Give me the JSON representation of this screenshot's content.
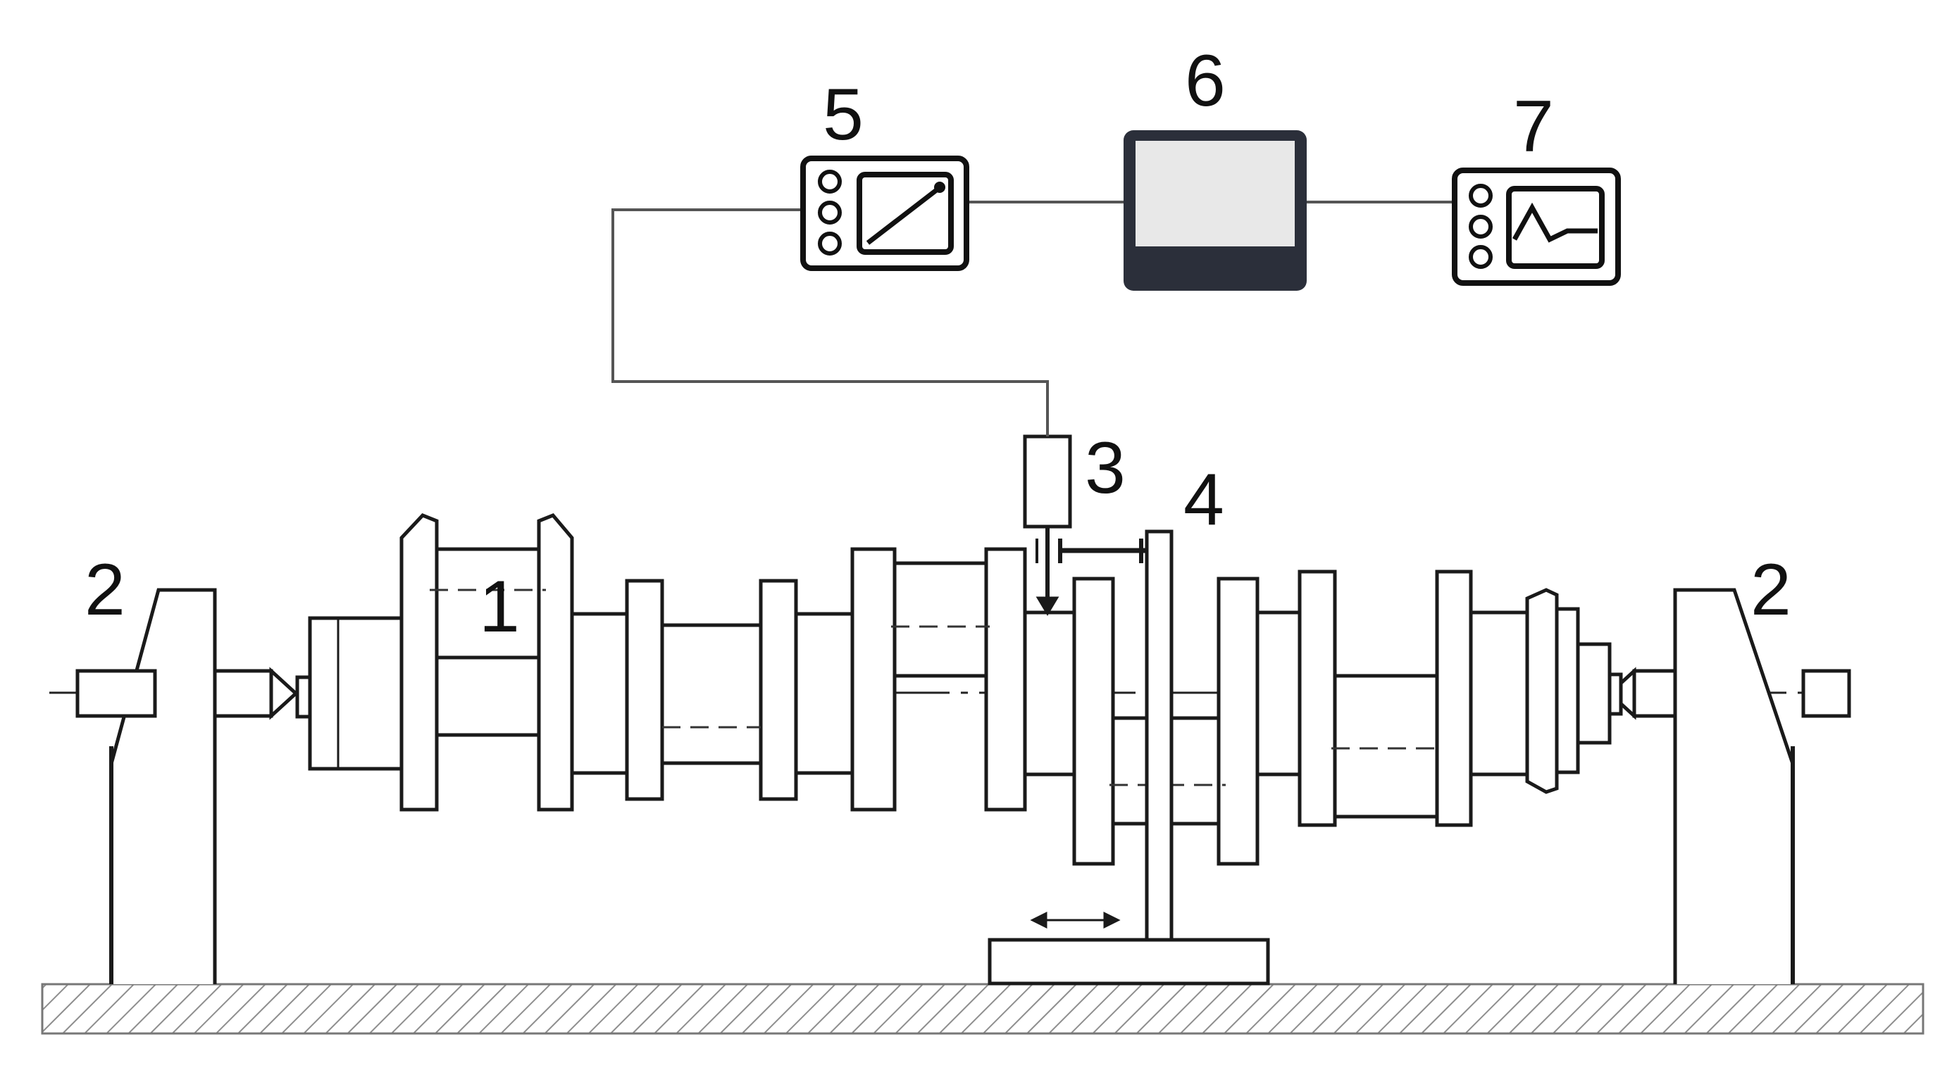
{
  "diagram": {
    "labels": {
      "crankshaft": "1",
      "center_left": "2",
      "center_right": "2",
      "sensor": "3",
      "stand": "4",
      "instrument_5": "5",
      "computer": "6",
      "instrument_7": "7"
    }
  },
  "colors": {
    "line": "#1a1a1a",
    "wire": "#555555",
    "hatch": "#9a9a9a",
    "screen": "#e8e8e8",
    "monitor_frame": "#2b2f3a"
  },
  "icons": {
    "instrument_5": "gauge-meter-icon",
    "computer": "desktop-monitor-icon",
    "instrument_7": "oscilloscope-wave-icon"
  }
}
